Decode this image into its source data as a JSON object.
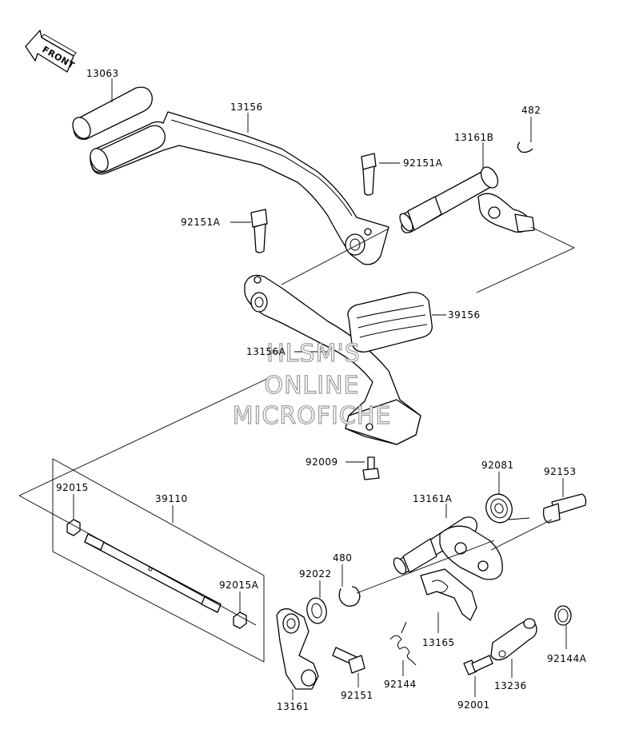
{
  "diagram": {
    "direction_badge": "FRONT",
    "watermark": [
      "HLSM'S",
      "ONLINE",
      "MICROFICHE"
    ],
    "colors": {
      "line": "#000000",
      "background": "#ffffff",
      "watermark_stroke": "#9a9a9a"
    },
    "part_labels": {
      "p13063": "13063",
      "p13156": "13156",
      "p482": "482",
      "p13161B": "13161B",
      "p92151A_top": "92151A",
      "p92151A_mid": "92151A",
      "p39156": "39156",
      "p13156A": "13156A",
      "p92009": "92009",
      "p92081": "92081",
      "p92153": "92153",
      "p92015": "92015",
      "p39110": "39110",
      "p13161A": "13161A",
      "p480": "480",
      "p92022": "92022",
      "p92015A": "92015A",
      "p13165": "13165",
      "p92144A": "92144A",
      "p92144": "92144",
      "p13236": "13236",
      "p13161": "13161",
      "p92151": "92151",
      "p92001": "92001"
    }
  }
}
